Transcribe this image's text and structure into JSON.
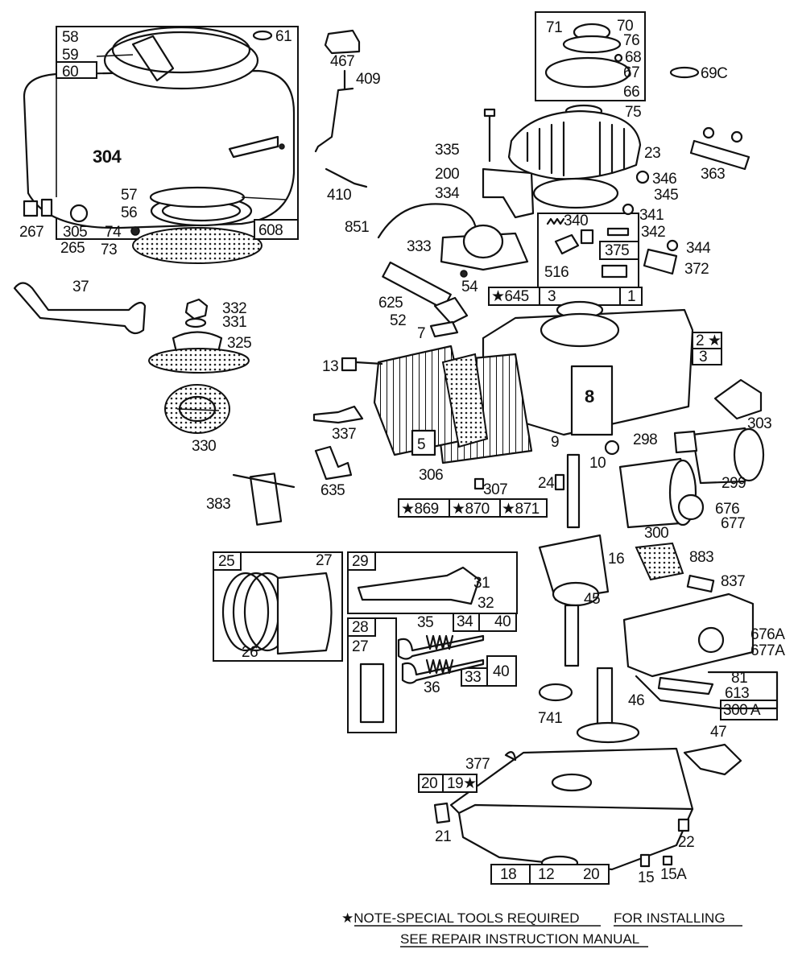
{
  "labels": {
    "l58": "58",
    "l59": "59",
    "l60": "60",
    "l61": "61",
    "l304": "304",
    "l57": "57",
    "l56": "56",
    "l608": "608",
    "l74": "74",
    "l73": "73",
    "l267": "267",
    "l305": "305",
    "l265": "265",
    "l37": "37",
    "l332": "332",
    "l331": "331",
    "l325": "325",
    "l330": "330",
    "l383": "383",
    "l467": "467",
    "l409": "409",
    "l410": "410",
    "l335": "335",
    "l200": "200",
    "l334": "334",
    "l851": "851",
    "l333": "333",
    "l54": "54",
    "l625": "625",
    "l52": "52",
    "l7": "7",
    "l13": "13",
    "l337": "337",
    "l635": "635",
    "l5": "5",
    "l306": "306",
    "l307": "307",
    "l24": "24",
    "l869": "★869",
    "l870": "★870",
    "l871": "★871",
    "l71": "71",
    "l70": "70",
    "l76": "76",
    "l68": "68",
    "l67": "67",
    "l66": "66",
    "l69c": "69C",
    "l75": "75",
    "l23": "23",
    "l346": "346",
    "l345": "345",
    "l363": "363",
    "l340": "340",
    "l341": "341",
    "l342": "342",
    "l344": "344",
    "l375": "375",
    "l516": "516",
    "l372": "372",
    "l645": "★645",
    "l3a": "3",
    "l1": "1",
    "l2": "2 ★",
    "l3b": "3",
    "l8": "8",
    "l9": "9",
    "l10": "10",
    "l303": "303",
    "l298": "298",
    "l299": "299",
    "l300": "300",
    "l676": "676",
    "l677": "677",
    "l16": "16",
    "l883": "883",
    "l45": "45",
    "l837": "837",
    "l676a": "676A",
    "l677a": "677A",
    "l81": "81",
    "l613": "613",
    "l300a": "300 A",
    "l25": "25",
    "l27a": "27",
    "l26": "26",
    "l29": "29",
    "l31": "31",
    "l32": "32",
    "l28": "28",
    "l27b": "27",
    "l35": "35",
    "l34": "34",
    "l40a": "40",
    "l36": "36",
    "l33": "33",
    "l40b": "40",
    "l741": "741",
    "l46": "46",
    "l47": "47",
    "l377": "377",
    "l20a": "20",
    "l19": "19★",
    "l21": "21",
    "l22": "22",
    "l18": "18",
    "l12": "12",
    "l20b": "20",
    "l15": "15",
    "l15a": "15A"
  },
  "footer": {
    "note_line1_a": "★NOTE-SPECIAL TOOLS REQUIRED",
    "note_line1_b": "FOR INSTALLING",
    "note_line2": "SEE REPAIR INSTRUCTION MANUAL"
  },
  "colors": {
    "ink": "#111111",
    "paper": "#ffffff"
  }
}
